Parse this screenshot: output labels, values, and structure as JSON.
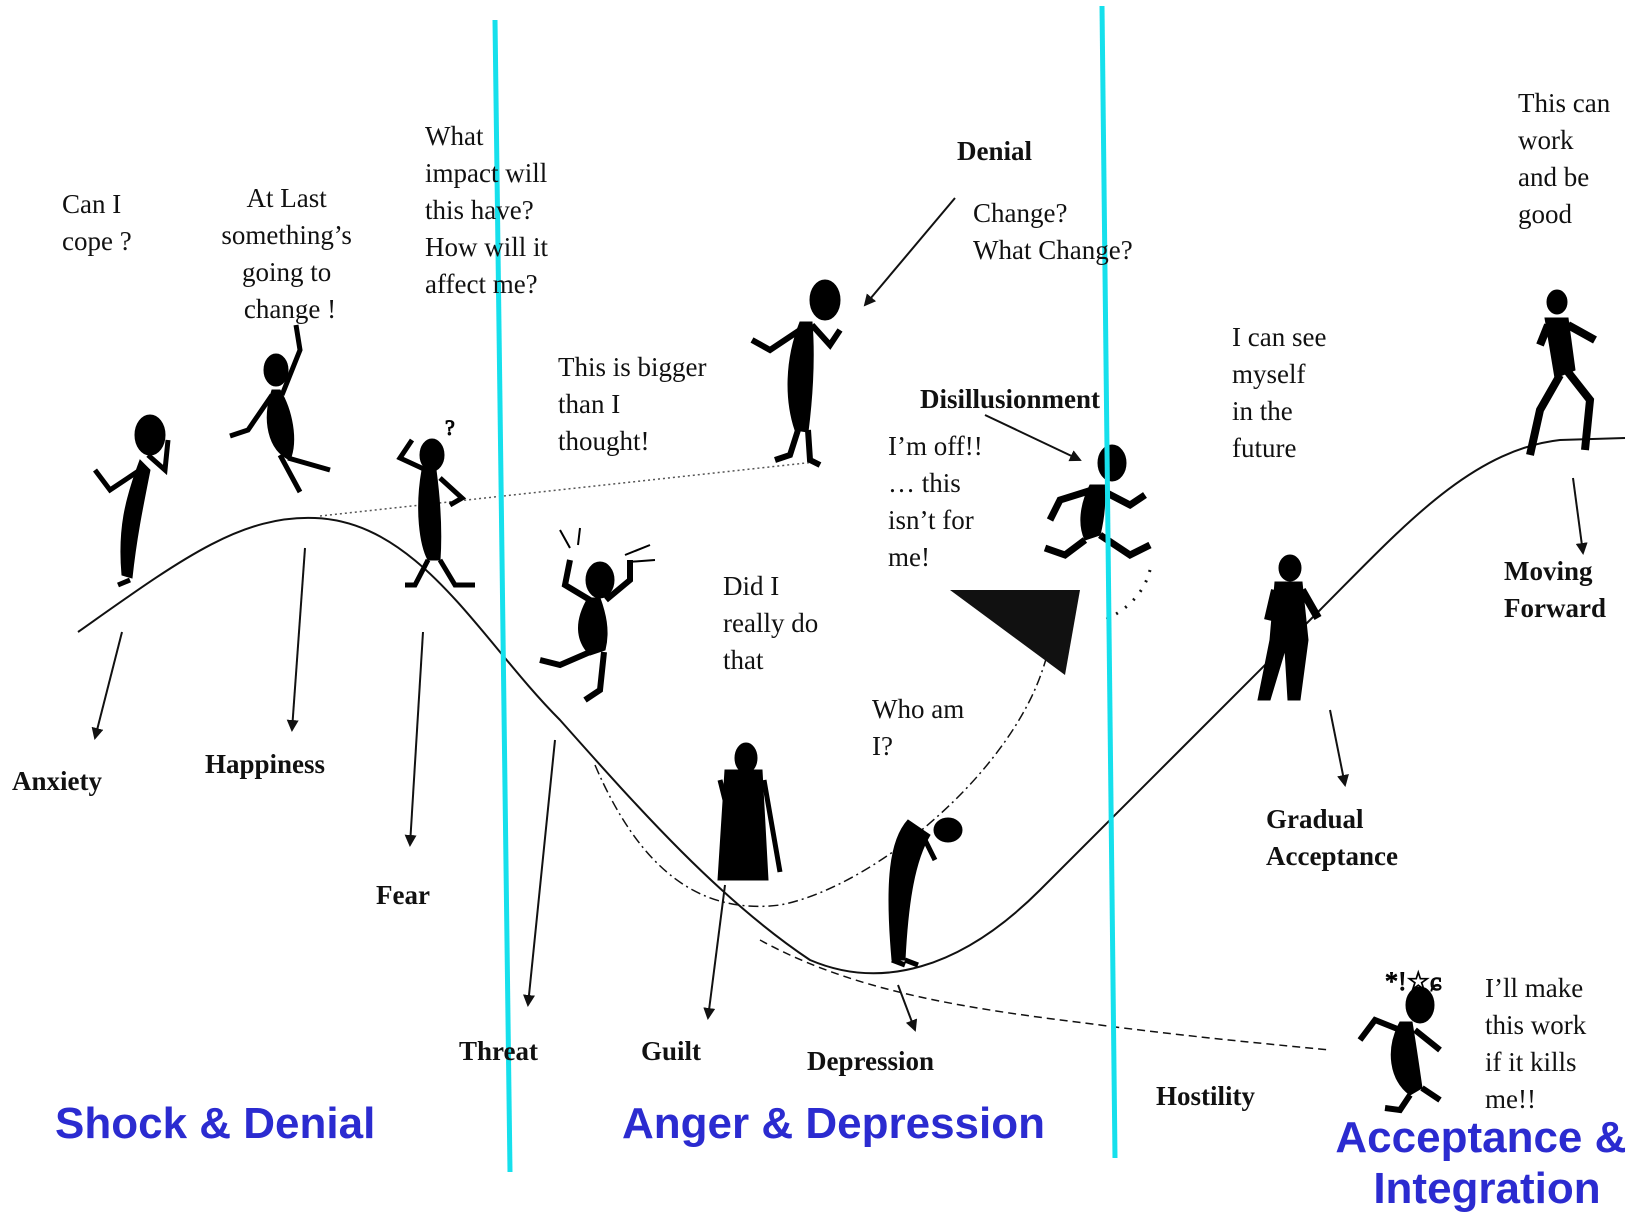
{
  "phases": [
    {
      "label": "Shock & Denial"
    },
    {
      "label": "Anger & Depression"
    },
    {
      "label_line1": "Acceptance &",
      "label_line2": "Integration"
    }
  ],
  "stages": {
    "anxiety": "Anxiety",
    "happiness": "Happiness",
    "fear": "Fear",
    "threat": "Threat",
    "guilt": "Guilt",
    "depression": "Depression",
    "denial": "Denial",
    "disillusionment": "Disillusionment",
    "hostility": "Hostility",
    "gradual_acceptance_1": "Gradual",
    "gradual_acceptance_2": "Acceptance",
    "moving_forward_1": "Moving",
    "moving_forward_2": "Forward"
  },
  "quotes": {
    "can_i_cope": [
      "Can I",
      "cope ?"
    ],
    "at_last": [
      "At Last",
      "something’s",
      "going to",
      "change !"
    ],
    "what_impact": [
      "What",
      "impact will",
      "this have?",
      "How will it",
      "affect me?"
    ],
    "bigger": [
      "This is bigger",
      "than I",
      "thought!"
    ],
    "change": [
      "Change?",
      "What Change?"
    ],
    "im_off": [
      "I’m off!!",
      "… this",
      "isn’t for",
      "me!"
    ],
    "did_i": [
      "Did I",
      "really do",
      "that"
    ],
    "who_am_i": [
      "Who am",
      "I?"
    ],
    "see_myself": [
      "I can see",
      "myself",
      "in the",
      "future"
    ],
    "this_can_work": [
      "This can",
      "work",
      "and be",
      "good"
    ],
    "make_this_work": [
      "I’ll make",
      "this work",
      "if it kills",
      "me!!"
    ]
  },
  "colors": {
    "phase_text": "#2b2bd0",
    "divider": "#16e0ec"
  }
}
